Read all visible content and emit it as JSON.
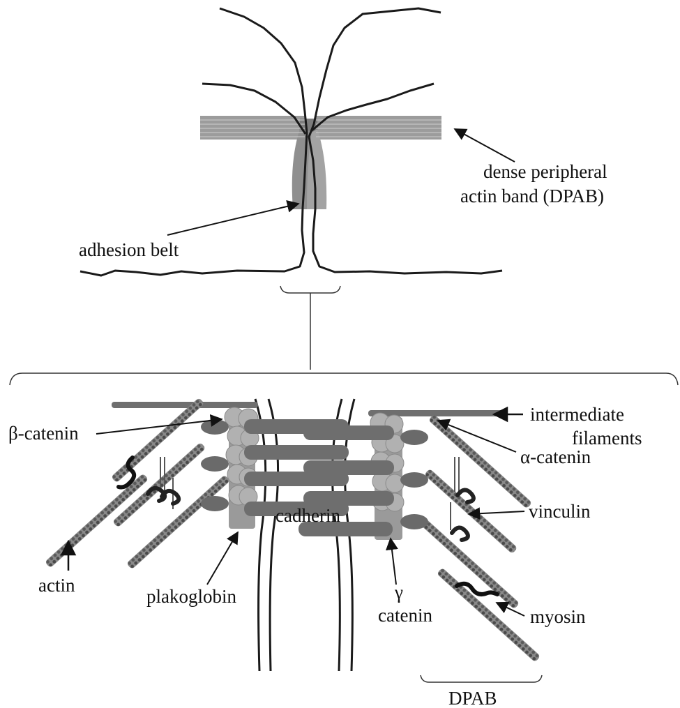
{
  "labels": {
    "dpab_long_1": "dense peripheral",
    "dpab_long_2": "actin band (DPAB)",
    "adhesion_belt": "adhesion belt",
    "intermediate_1": "intermediate",
    "intermediate_2": "filaments",
    "beta_catenin": "β-catenin",
    "alpha_catenin": "α-catenin",
    "vinculin": "vinculin",
    "cadherin": "cadherin",
    "actin": "actin",
    "plakoglobin": "plakoglobin",
    "gamma": "γ",
    "catenin": "catenin",
    "myosin": "myosin",
    "dpab": "DPAB"
  },
  "colors": {
    "membrane": "#1a1a1a",
    "actin_band": "#8c8c8c",
    "cadherin": "#6e6e6e",
    "plakoglobin": "#9a9a9a",
    "filament": "#7a7a7a"
  }
}
